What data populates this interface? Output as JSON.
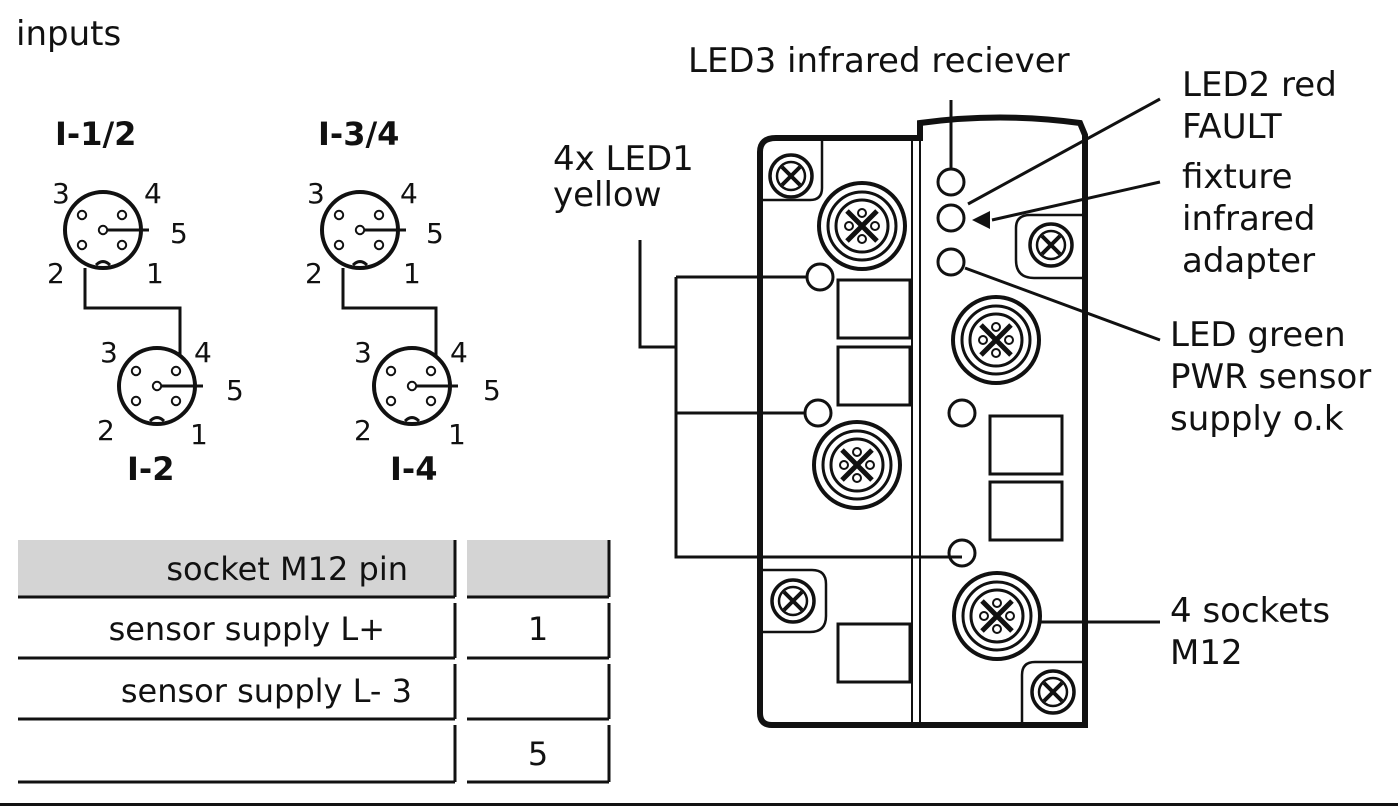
{
  "title": "inputs",
  "connectors": [
    {
      "top_label": "I-1/2",
      "bottom_label": "I-2"
    },
    {
      "top_label": "I-3/4",
      "bottom_label": "I-4"
    }
  ],
  "pins": {
    "p1": "1",
    "p2": "2",
    "p3": "3",
    "p4": "4",
    "p5": "5"
  },
  "table": {
    "header": "socket M12 pin",
    "rows": [
      {
        "label": "sensor supply L+",
        "value": "1"
      },
      {
        "label": "sensor supply L- 3",
        "value": ""
      },
      {
        "label": "",
        "value": "5"
      }
    ]
  },
  "device_labels": {
    "led3": "LED3 infrared reciever",
    "led1_line1": "4x LED1",
    "led1_line2": "yellow",
    "led2_line1": "LED2 red",
    "led2_line2": "FAULT",
    "fixture_line1": "fixture",
    "fixture_line2": "infrared",
    "fixture_line3": "adapter",
    "pwr_line1": "LED green",
    "pwr_line2": "PWR sensor",
    "pwr_line3": "supply o.k",
    "sockets_line1": "4 sockets",
    "sockets_line2": "M12"
  },
  "colors": {
    "ink": "#111111",
    "table_header_bg": "#d4d4d4"
  }
}
